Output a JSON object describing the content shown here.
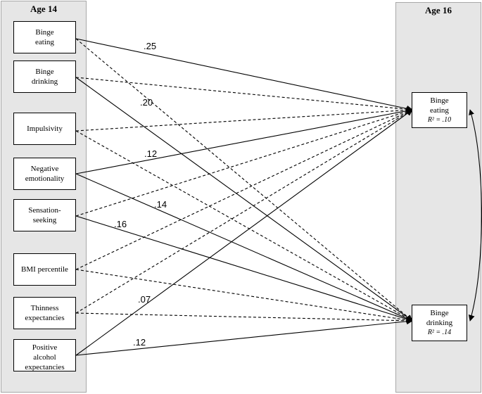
{
  "left_panel": {
    "title": "Age 14"
  },
  "right_panel": {
    "title": "Age 16"
  },
  "predictors": [
    {
      "id": "binge-eating-14",
      "lines": [
        "Binge",
        "eating"
      ]
    },
    {
      "id": "binge-drinking-14",
      "lines": [
        "Binge",
        "drinking"
      ]
    },
    {
      "id": "impulsivity",
      "lines": [
        "Impulsivity"
      ]
    },
    {
      "id": "negative-emotionality",
      "lines": [
        "Negative",
        "emotionality"
      ]
    },
    {
      "id": "sensation-seeking",
      "lines": [
        "Sensation-",
        "seeking"
      ]
    },
    {
      "id": "bmi-percentile",
      "lines": [
        "BMI percentile"
      ]
    },
    {
      "id": "thinness-expectancies",
      "lines": [
        "Thinness",
        "expectancies"
      ]
    },
    {
      "id": "positive-alcohol-expectancies",
      "lines": [
        "Positive",
        "alcohol",
        "expectancies"
      ]
    }
  ],
  "outcomes": [
    {
      "id": "binge-eating-16",
      "lines": [
        "Binge",
        "eating"
      ],
      "r2": "R² = .10"
    },
    {
      "id": "binge-drinking-16",
      "lines": [
        "Binge",
        "drinking"
      ],
      "r2": "R² = .14"
    }
  ],
  "paths": [
    {
      "from": 0,
      "to": 0,
      "style": "solid",
      "label": ".25"
    },
    {
      "from": 0,
      "to": 1,
      "style": "dashed"
    },
    {
      "from": 1,
      "to": 0,
      "style": "dashed"
    },
    {
      "from": 1,
      "to": 1,
      "style": "solid",
      "label": ".20"
    },
    {
      "from": 2,
      "to": 0,
      "style": "dashed"
    },
    {
      "from": 2,
      "to": 1,
      "style": "dashed"
    },
    {
      "from": 3,
      "to": 0,
      "style": "solid",
      "label": ".12"
    },
    {
      "from": 3,
      "to": 1,
      "style": "solid",
      "label": ".14"
    },
    {
      "from": 4,
      "to": 0,
      "style": "dashed"
    },
    {
      "from": 4,
      "to": 1,
      "style": "solid",
      "label": ".16"
    },
    {
      "from": 5,
      "to": 0,
      "style": "dashed"
    },
    {
      "from": 5,
      "to": 1,
      "style": "dashed"
    },
    {
      "from": 6,
      "to": 0,
      "style": "dashed"
    },
    {
      "from": 6,
      "to": 1,
      "style": "dashed"
    },
    {
      "from": 7,
      "to": 0,
      "style": "solid",
      "label": ".07"
    },
    {
      "from": 7,
      "to": 1,
      "style": "solid",
      "label": ".12"
    }
  ],
  "correlation": {
    "between": [
      0,
      1
    ],
    "style": "double-headed-curve"
  }
}
